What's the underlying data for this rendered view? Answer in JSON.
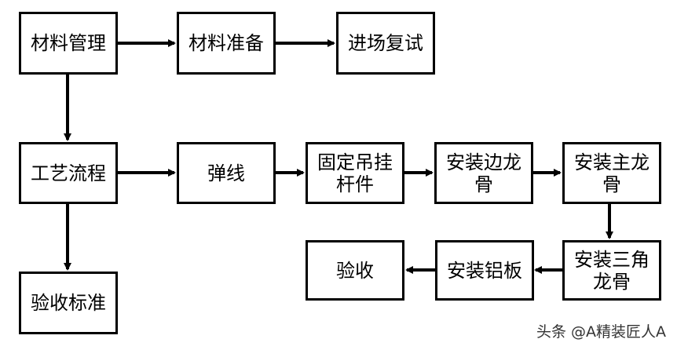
{
  "nodes": {
    "material_mgmt": "材料管理",
    "material_prep": "材料准备",
    "entry_retest": "进场复试",
    "process_flow": "工艺流程",
    "snap_line": "弹线",
    "fix_hangers": "固定吊挂\n杆件",
    "install_edge_keel": "安装边龙\n骨",
    "install_main_keel": "安装主龙\n骨",
    "install_triangle_keel": "安装三角\n龙骨",
    "install_aluminum_panel": "安装铝板",
    "acceptance": "验收",
    "acceptance_standard": "验收标准"
  },
  "edges": [
    [
      "material_mgmt",
      "material_prep"
    ],
    [
      "material_prep",
      "entry_retest"
    ],
    [
      "material_mgmt",
      "process_flow"
    ],
    [
      "process_flow",
      "snap_line"
    ],
    [
      "snap_line",
      "fix_hangers"
    ],
    [
      "fix_hangers",
      "install_edge_keel"
    ],
    [
      "install_edge_keel",
      "install_main_keel"
    ],
    [
      "install_main_keel",
      "install_triangle_keel"
    ],
    [
      "install_triangle_keel",
      "install_aluminum_panel"
    ],
    [
      "install_aluminum_panel",
      "acceptance"
    ],
    [
      "process_flow",
      "acceptance_standard"
    ]
  ],
  "watermark": "头条 @A精装匠人A"
}
